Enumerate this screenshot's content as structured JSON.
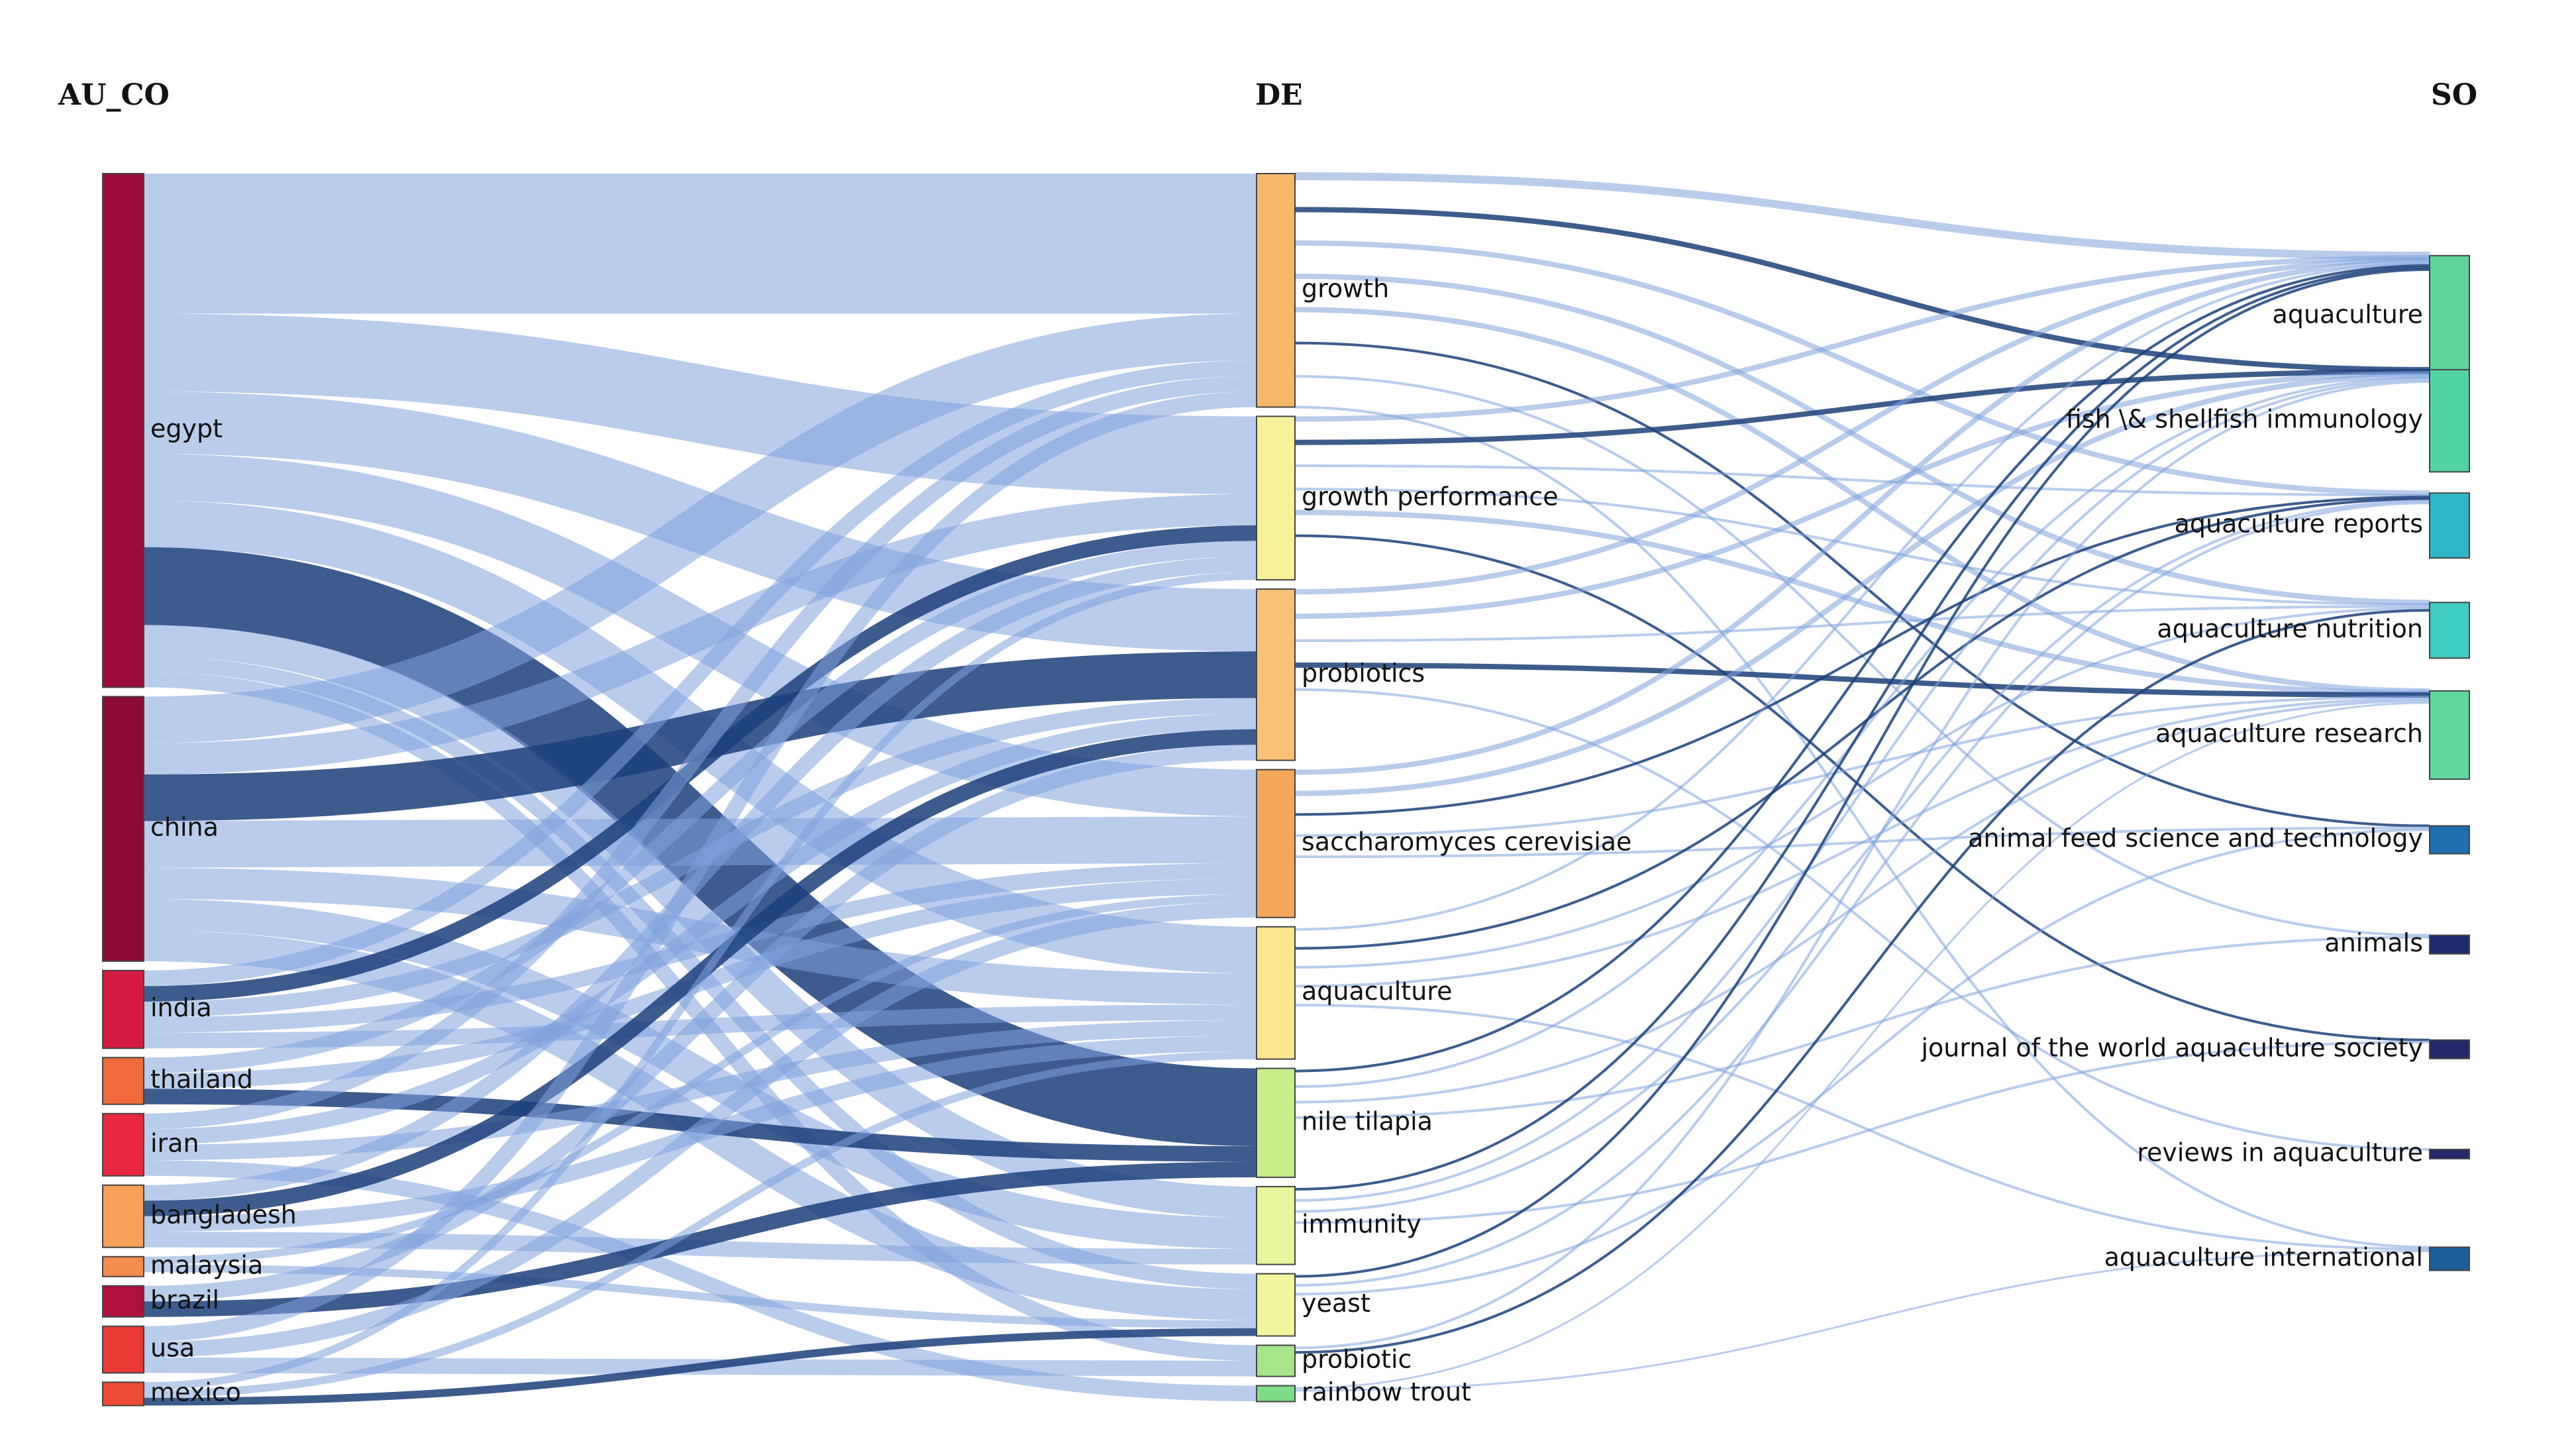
{
  "columns": {
    "left": "AU_CO",
    "middle": "DE",
    "right": "SO"
  },
  "colors": {
    "link_light": "#7fa3dc",
    "link_dark": "#1b3f7a",
    "background": "#ffffff"
  },
  "left_nodes": [
    {
      "label": "egypt",
      "color": "#9b0b3b"
    },
    {
      "label": "china",
      "color": "#8c0a36"
    },
    {
      "label": "india",
      "color": "#d41a3f"
    },
    {
      "label": "thailand",
      "color": "#f26a3b"
    },
    {
      "label": "iran",
      "color": "#e8283f"
    },
    {
      "label": "bangladesh",
      "color": "#f6a05a"
    },
    {
      "label": "malaysia",
      "color": "#f58b4c"
    },
    {
      "label": "brazil",
      "color": "#b0103c"
    },
    {
      "label": "usa",
      "color": "#ea3a35"
    },
    {
      "label": "mexico",
      "color": "#ef4a33"
    }
  ],
  "middle_nodes": [
    {
      "label": "growth",
      "color": "#f8b86a"
    },
    {
      "label": "growth performance",
      "color": "#f7f199"
    },
    {
      "label": "probiotics",
      "color": "#f9c276"
    },
    {
      "label": "saccharomyces cerevisiae",
      "color": "#f5a75a"
    },
    {
      "label": "aquaculture",
      "color": "#fde58e"
    },
    {
      "label": "nile tilapia",
      "color": "#c6ef8a"
    },
    {
      "label": "immunity",
      "color": "#e9f59c"
    },
    {
      "label": "yeast",
      "color": "#f0f59e"
    },
    {
      "label": "probiotic",
      "color": "#a7e68a"
    },
    {
      "label": "rainbow trout",
      "color": "#7fdc88"
    }
  ],
  "right_nodes": [
    {
      "label": "aquaculture",
      "color": "#5ed49a"
    },
    {
      "label": "fish \\& shellfish immunology",
      "color": "#52d3a4"
    },
    {
      "label": "aquaculture reports",
      "color": "#2fb7c8"
    },
    {
      "label": "aquaculture nutrition",
      "color": "#3ecdc0"
    },
    {
      "label": "aquaculture research",
      "color": "#5fd79c"
    },
    {
      "label": "animal feed science and technology",
      "color": "#1f6eb0"
    },
    {
      "label": "animals",
      "color": "#1d2c6e"
    },
    {
      "label": "journal of the world aquaculture society",
      "color": "#23296a"
    },
    {
      "label": "reviews in aquaculture",
      "color": "#242a6b"
    },
    {
      "label": "aquaculture international",
      "color": "#1c5e99"
    }
  ],
  "links_left": [
    {
      "s": 0,
      "t": 0,
      "v": 9
    },
    {
      "s": 0,
      "t": 1,
      "v": 5
    },
    {
      "s": 0,
      "t": 2,
      "v": 4
    },
    {
      "s": 0,
      "t": 3,
      "v": 3
    },
    {
      "s": 0,
      "t": 4,
      "v": 3
    },
    {
      "s": 0,
      "t": 5,
      "v": 5
    },
    {
      "s": 0,
      "t": 6,
      "v": 2
    },
    {
      "s": 0,
      "t": 7,
      "v": 1
    },
    {
      "s": 0,
      "t": 8,
      "v": 1
    },
    {
      "s": 1,
      "t": 0,
      "v": 3
    },
    {
      "s": 1,
      "t": 1,
      "v": 2
    },
    {
      "s": 1,
      "t": 2,
      "v": 3
    },
    {
      "s": 1,
      "t": 3,
      "v": 3
    },
    {
      "s": 1,
      "t": 4,
      "v": 2
    },
    {
      "s": 1,
      "t": 6,
      "v": 2
    },
    {
      "s": 1,
      "t": 7,
      "v": 2
    },
    {
      "s": 2,
      "t": 0,
      "v": 1
    },
    {
      "s": 2,
      "t": 1,
      "v": 1
    },
    {
      "s": 2,
      "t": 2,
      "v": 1
    },
    {
      "s": 2,
      "t": 3,
      "v": 1
    },
    {
      "s": 2,
      "t": 4,
      "v": 1
    },
    {
      "s": 3,
      "t": 1,
      "v": 1
    },
    {
      "s": 3,
      "t": 3,
      "v": 1
    },
    {
      "s": 3,
      "t": 5,
      "v": 1
    },
    {
      "s": 4,
      "t": 0,
      "v": 1
    },
    {
      "s": 4,
      "t": 2,
      "v": 1
    },
    {
      "s": 4,
      "t": 4,
      "v": 1
    },
    {
      "s": 4,
      "t": 9,
      "v": 1
    },
    {
      "s": 5,
      "t": 1,
      "v": 1
    },
    {
      "s": 5,
      "t": 2,
      "v": 1
    },
    {
      "s": 5,
      "t": 4,
      "v": 1
    },
    {
      "s": 5,
      "t": 6,
      "v": 1
    },
    {
      "s": 6,
      "t": 3,
      "v": 0.5
    },
    {
      "s": 6,
      "t": 7,
      "v": 0.5
    },
    {
      "s": 7,
      "t": 2,
      "v": 1
    },
    {
      "s": 7,
      "t": 5,
      "v": 1
    },
    {
      "s": 8,
      "t": 0,
      "v": 1
    },
    {
      "s": 8,
      "t": 3,
      "v": 1
    },
    {
      "s": 8,
      "t": 8,
      "v": 1
    },
    {
      "s": 9,
      "t": 1,
      "v": 0.5
    },
    {
      "s": 9,
      "t": 4,
      "v": 0.5
    },
    {
      "s": 9,
      "t": 7,
      "v": 0.5
    }
  ],
  "links_right": [
    {
      "s": 0,
      "t": 0,
      "v": 3
    },
    {
      "s": 0,
      "t": 1,
      "v": 2
    },
    {
      "s": 0,
      "t": 2,
      "v": 2
    },
    {
      "s": 0,
      "t": 3,
      "v": 2
    },
    {
      "s": 0,
      "t": 4,
      "v": 2
    },
    {
      "s": 0,
      "t": 5,
      "v": 1
    },
    {
      "s": 0,
      "t": 6,
      "v": 1
    },
    {
      "s": 0,
      "t": 9,
      "v": 1
    },
    {
      "s": 1,
      "t": 0,
      "v": 2
    },
    {
      "s": 1,
      "t": 1,
      "v": 2
    },
    {
      "s": 1,
      "t": 2,
      "v": 1
    },
    {
      "s": 1,
      "t": 3,
      "v": 1
    },
    {
      "s": 1,
      "t": 4,
      "v": 2
    },
    {
      "s": 1,
      "t": 7,
      "v": 1
    },
    {
      "s": 2,
      "t": 0,
      "v": 2
    },
    {
      "s": 2,
      "t": 1,
      "v": 2
    },
    {
      "s": 2,
      "t": 3,
      "v": 1
    },
    {
      "s": 2,
      "t": 4,
      "v": 2
    },
    {
      "s": 2,
      "t": 8,
      "v": 1
    },
    {
      "s": 3,
      "t": 0,
      "v": 2
    },
    {
      "s": 3,
      "t": 1,
      "v": 2
    },
    {
      "s": 3,
      "t": 2,
      "v": 1
    },
    {
      "s": 3,
      "t": 4,
      "v": 1
    },
    {
      "s": 3,
      "t": 5,
      "v": 1
    },
    {
      "s": 4,
      "t": 0,
      "v": 1
    },
    {
      "s": 4,
      "t": 2,
      "v": 1
    },
    {
      "s": 4,
      "t": 3,
      "v": 1
    },
    {
      "s": 4,
      "t": 4,
      "v": 1
    },
    {
      "s": 4,
      "t": 9,
      "v": 1
    },
    {
      "s": 5,
      "t": 0,
      "v": 1
    },
    {
      "s": 5,
      "t": 1,
      "v": 1
    },
    {
      "s": 5,
      "t": 4,
      "v": 1
    },
    {
      "s": 5,
      "t": 6,
      "v": 1
    },
    {
      "s": 6,
      "t": 0,
      "v": 1
    },
    {
      "s": 6,
      "t": 1,
      "v": 1
    },
    {
      "s": 6,
      "t": 2,
      "v": 1
    },
    {
      "s": 6,
      "t": 7,
      "v": 1
    },
    {
      "s": 7,
      "t": 0,
      "v": 1
    },
    {
      "s": 7,
      "t": 2,
      "v": 1
    },
    {
      "s": 7,
      "t": 5,
      "v": 1
    },
    {
      "s": 8,
      "t": 1,
      "v": 1
    },
    {
      "s": 8,
      "t": 3,
      "v": 1
    },
    {
      "s": 9,
      "t": 4,
      "v": 0.5
    },
    {
      "s": 9,
      "t": 9,
      "v": 0.5
    }
  ]
}
